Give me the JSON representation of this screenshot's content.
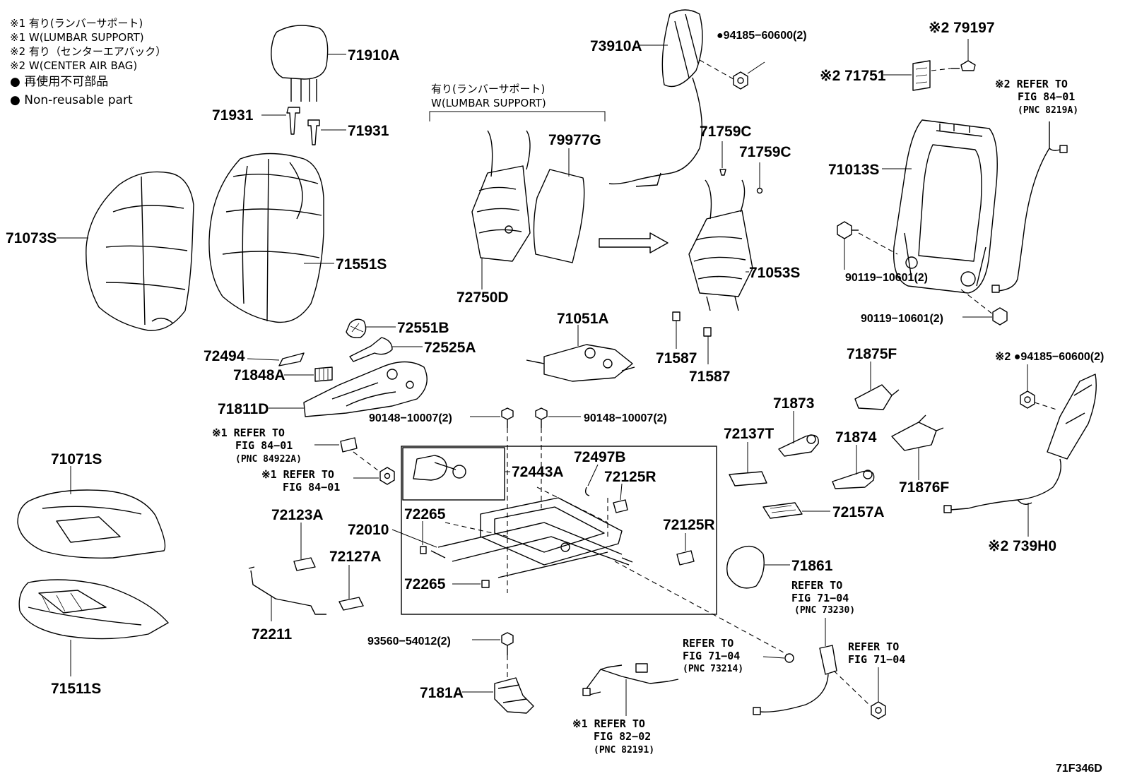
{
  "legend": {
    "line1": "※1 有り(ランバーサポート)",
    "line2": "※1 W(LUMBAR SUPPORT)",
    "line3": "※2 有り（センターエアバック）",
    "line4": "※2 W(CENTER AIR BAG)",
    "line5": "● 再使用不可部品",
    "line6": "● Non-reusable part"
  },
  "lumbar_header": {
    "line1": "有り(ランバーサポート)",
    "line2": "W(LUMBAR SUPPORT)"
  },
  "parts": {
    "p71910A": "71910A",
    "p71931a": "71931",
    "p71931b": "71931",
    "p71073S": "71073S",
    "p71551S": "71551S",
    "p79977G": "79977G",
    "p72750D": "72750D",
    "p73910A": "73910A",
    "p94185a": "●94185−60600(2)",
    "p79197": "※2 79197",
    "p71751": "※2 71751",
    "p71759Ca": "71759C",
    "p71759Cb": "71759C",
    "p71013S": "71013S",
    "p71053S": "71053S",
    "p90119a": "90119−10601(2)",
    "p90119b": "90119−10601(2)",
    "p72551B": "72551B",
    "p72525A": "72525A",
    "p72494": "72494",
    "p71848A": "71848A",
    "p71811D": "71811D",
    "p71051A": "71051A",
    "p71587a": "71587",
    "p71587b": "71587",
    "p90148a": "90148−10007(2)",
    "p90148b": "90148−10007(2)",
    "p72443A": "72443A",
    "p72497B": "72497B",
    "p72125Ra": "72125R",
    "p72125Rb": "72125R",
    "p72010": "72010",
    "p72265a": "72265",
    "p72265b": "72265",
    "p72137T": "72137T",
    "p71873": "71873",
    "p71874": "71874",
    "p71875F": "71875F",
    "p71876F": "71876F",
    "p72157A": "72157A",
    "p94185b": "※2 ●94185−60600(2)",
    "p739H0": "※2 739H0",
    "p71071S": "71071S",
    "p71511S": "71511S",
    "p72123A": "72123A",
    "p72127A": "72127A",
    "p72211": "72211",
    "p71861": "71861",
    "p93560": "93560−54012(2)",
    "p7181A": "7181A"
  },
  "refs": {
    "r8401a_l1": "※2 REFER TO",
    "r8401a_l2": "FIG 84−01",
    "r8401a_l3": "(PNC 8219A)",
    "r8401b_l1": "※1 REFER TO",
    "r8401b_l2": "FIG 84−01",
    "r8401b_l3": "(PNC 84922A)",
    "r8401c_l1": "※1 REFER TO",
    "r8401c_l2": "FIG 84−01",
    "r7104a_l1": "REFER TO",
    "r7104a_l2": "FIG 71−04",
    "r7104a_l3": "(PNC 73230)",
    "r7104b_l1": "REFER TO",
    "r7104b_l2": "FIG 71−04",
    "r7104b_l3": "(PNC 73214)",
    "r7104c_l1": "REFER TO",
    "r7104c_l2": "FIG 71−04",
    "r8202_l1": "※1 REFER TO",
    "r8202_l2": "FIG 82−02",
    "r8202_l3": "(PNC 82191)"
  },
  "figure_id": "71F346D"
}
